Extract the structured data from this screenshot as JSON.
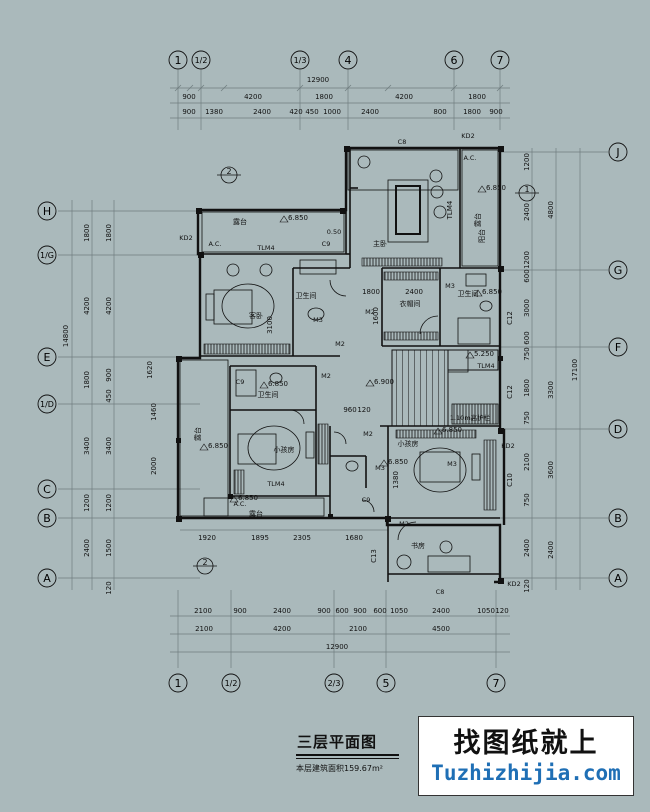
{
  "plan": {
    "title": "三层平面图",
    "area_note": "本层建筑面积159.67m²"
  },
  "watermark": {
    "cn": "找图纸就上",
    "en": "Tuzhizhijia.com"
  },
  "axes_top": [
    "1",
    "1/2",
    "1/3",
    "4",
    "6",
    "7"
  ],
  "axes_bottom": [
    "1",
    "1/2",
    "2/3",
    "5",
    "7"
  ],
  "axes_left": [
    "H",
    "1/G",
    "E",
    "1/D",
    "C",
    "B",
    "A"
  ],
  "axes_right": [
    "J",
    "G",
    "F",
    "D",
    "B",
    "A"
  ],
  "dims_top": {
    "total": "12900",
    "row1": [
      "900",
      "4200",
      "1800",
      "4200",
      "1800"
    ],
    "row2": [
      "900",
      "1380",
      "2400",
      "420",
      "450",
      "1000",
      "2400",
      "800",
      "1800",
      "900"
    ]
  },
  "dims_bottom": {
    "total": "12900",
    "row1": [
      "2100",
      "4200",
      "2100",
      "4500"
    ],
    "row2": [
      "2100",
      "900",
      "2400",
      "900",
      "600",
      "900",
      "600",
      "1050",
      "2400",
      "1050",
      "120"
    ]
  },
  "dims_left": {
    "total": "14800",
    "outer": [
      "1800",
      "4200",
      "1800",
      "3400",
      "1200",
      "2400"
    ],
    "inner": [
      "1800",
      "4200",
      "900",
      "450",
      "3400",
      "1200",
      "1500",
      "120"
    ]
  },
  "dims_right": {
    "total": "17100",
    "outer": [
      "4800",
      "3300",
      "3600",
      "2400"
    ],
    "inner": [
      "1200",
      "2400",
      "1200",
      "600",
      "3000",
      "600",
      "750",
      "1800",
      "750",
      "2100",
      "750",
      "2400",
      "120"
    ]
  },
  "interior_dims": [
    "1920",
    "1895",
    "2305",
    "1680",
    "2400",
    "2000",
    "1460",
    "1620",
    "960",
    "120",
    "1380",
    "3100",
    "1800",
    "1600"
  ],
  "rooms": [
    {
      "name": "主卧",
      "key": "master-bedroom"
    },
    {
      "name": "客卧",
      "key": "guest-bedroom"
    },
    {
      "name": "卫生间",
      "key": "bathroom-guest"
    },
    {
      "name": "卫生间",
      "key": "bathroom-master"
    },
    {
      "name": "衣帽间",
      "key": "walk-in-closet"
    },
    {
      "name": "卫生间",
      "key": "bathroom-mid"
    },
    {
      "name": "小孩房",
      "key": "kids-room-left"
    },
    {
      "name": "小孩房",
      "key": "kids-room-right"
    },
    {
      "name": "书房",
      "key": "study"
    },
    {
      "name": "露台",
      "key": "terrace-top"
    },
    {
      "name": "露台",
      "key": "terrace-left"
    },
    {
      "name": "露台",
      "key": "terrace-bottom"
    },
    {
      "name": "露台",
      "key": "terrace-right"
    },
    {
      "name": "阳台",
      "key": "balcony"
    }
  ],
  "levels": [
    "6.850",
    "6.850",
    "6.850",
    "6.850",
    "6.850",
    "6.850",
    "6.850",
    "6.850",
    "6.900",
    "5.250"
  ],
  "tags": [
    "KD2",
    "KD2",
    "KD2",
    "KD2",
    "TLM4",
    "TLM4",
    "TLM4",
    "TLM4",
    "C9",
    "C9",
    "C9",
    "C8",
    "C8",
    "C10",
    "C12",
    "C12",
    "C13",
    "M2",
    "M2",
    "M2",
    "M2",
    "M2",
    "M3",
    "M3",
    "M3",
    "M3",
    "A.C.",
    "A.C.",
    "A.C.",
    "1.10m高护栏",
    "0.50"
  ],
  "section_marks": [
    "1",
    "2",
    "2"
  ]
}
